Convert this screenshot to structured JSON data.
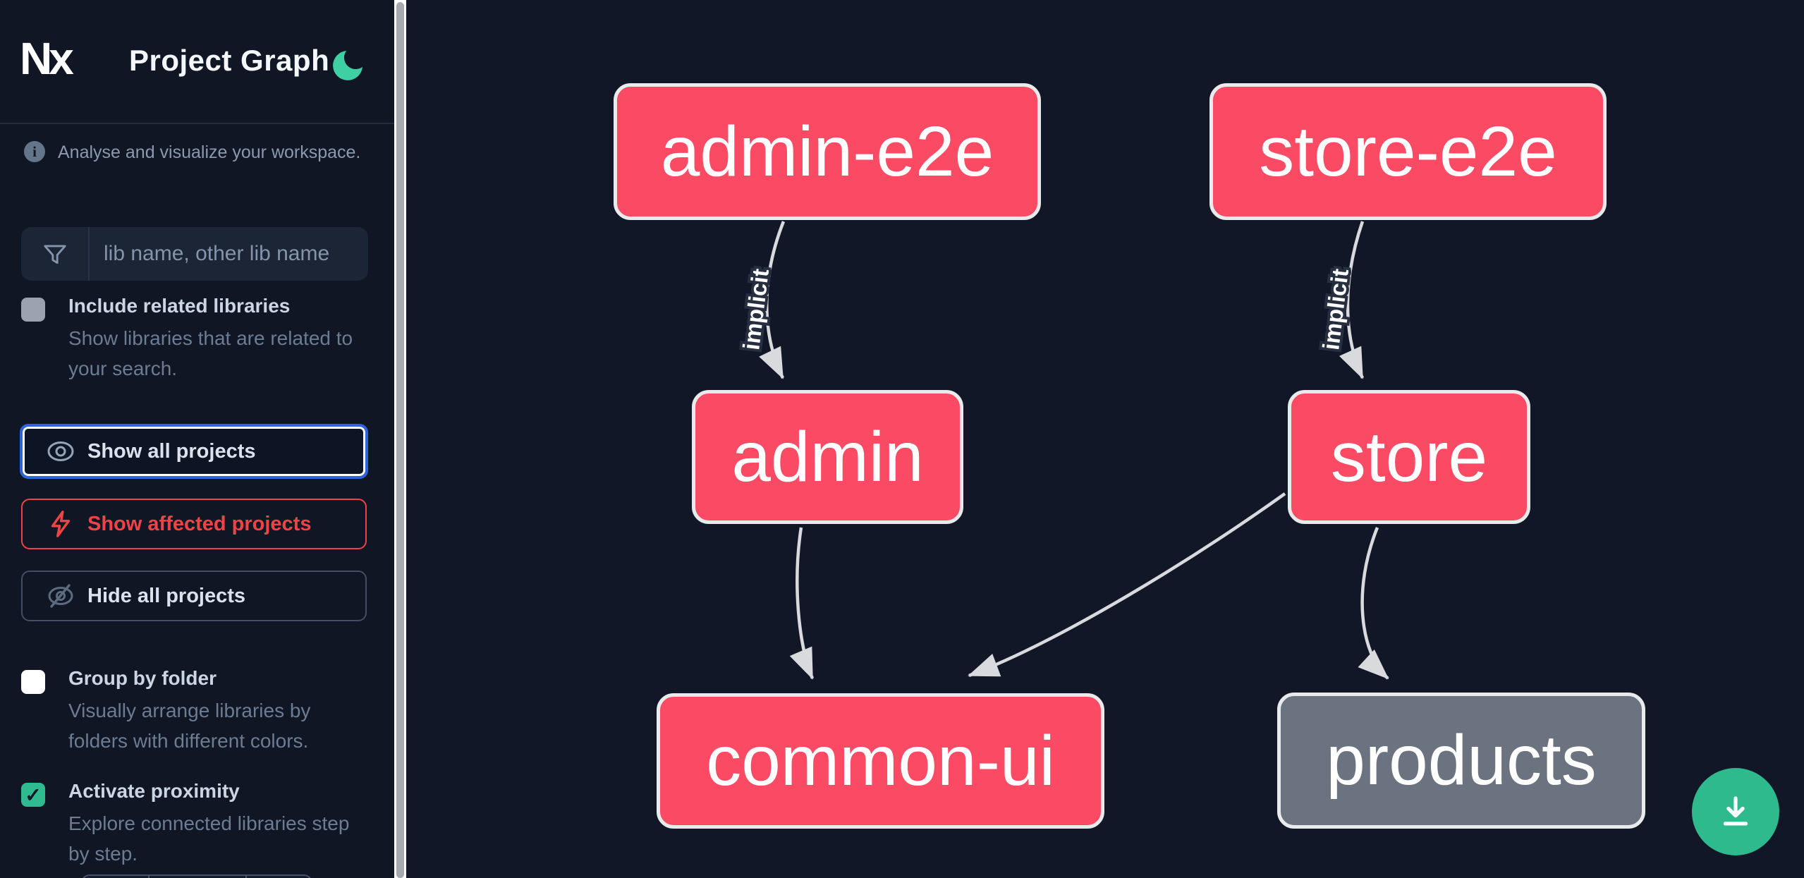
{
  "colors": {
    "background": "#111726",
    "node_pink": "#fb4a63",
    "node_gray": "#6b7280",
    "node_border": "#e9eaec",
    "edge": "#d9dade",
    "accent_green": "#2eba8d",
    "moon_green": "#3ecfa2",
    "checkbox_green": "#30ba90",
    "focus_blue": "#2b65d9",
    "affected_red": "#ee4446"
  },
  "header": {
    "logo_text": "Nx",
    "title": "Project Graph"
  },
  "sidebar": {
    "info_text": "Analyse and visualize your workspace.",
    "search": {
      "placeholder": "lib name, other lib name"
    },
    "options": [
      {
        "label": "Include related libraries",
        "description": "Show libraries that are related to your search.",
        "checked": false,
        "style": "gray"
      },
      {
        "label": "Group by folder",
        "description": "Visually arrange libraries by folders with different colors.",
        "checked": false,
        "style": "white"
      },
      {
        "label": "Activate proximity",
        "description": "Explore connected libraries step by step.",
        "checked": true,
        "style": "green"
      }
    ],
    "actions": [
      {
        "label": "Show all projects",
        "icon": "eye-icon",
        "state": "focused"
      },
      {
        "label": "Show affected projects",
        "icon": "bolt-icon",
        "state": "affected"
      },
      {
        "label": "Hide all projects",
        "icon": "eye-off-icon",
        "state": "plain"
      }
    ]
  },
  "graph": {
    "nodes": [
      {
        "id": "admin-e2e",
        "label": "admin-e2e",
        "color": "pink"
      },
      {
        "id": "store-e2e",
        "label": "store-e2e",
        "color": "pink"
      },
      {
        "id": "admin",
        "label": "admin",
        "color": "pink"
      },
      {
        "id": "store",
        "label": "store",
        "color": "pink"
      },
      {
        "id": "common-ui",
        "label": "common-ui",
        "color": "pink"
      },
      {
        "id": "products",
        "label": "products",
        "color": "gray"
      }
    ],
    "edges": [
      {
        "from": "admin-e2e",
        "to": "admin",
        "label": "implicit"
      },
      {
        "from": "store-e2e",
        "to": "store",
        "label": "implicit"
      },
      {
        "from": "admin",
        "to": "common-ui",
        "label": ""
      },
      {
        "from": "store",
        "to": "common-ui",
        "label": ""
      },
      {
        "from": "store",
        "to": "products",
        "label": ""
      }
    ]
  },
  "glyphs": {
    "check": "✓"
  }
}
